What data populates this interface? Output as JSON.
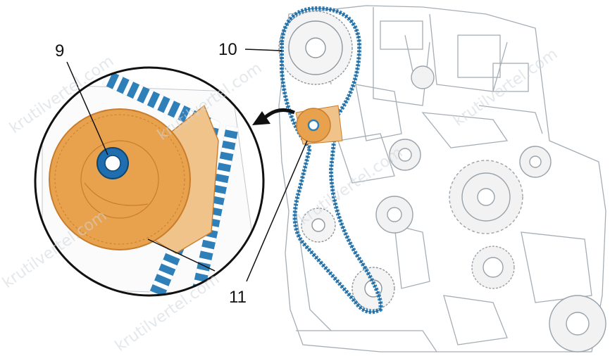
{
  "callouts": {
    "label_9": "9",
    "label_10": "10",
    "label_11": "11"
  },
  "watermark": {
    "text_a": "krutilvertel.com",
    "text_b": "krutilvertel.com",
    "text_c": "krutilvertel.com",
    "text_d": "krutilvertel.com",
    "text_e": "krutilvertel.com",
    "text_f": "krutilvertel.com"
  },
  "colors": {
    "belt": "#2f7fb8",
    "pulley": "#e8a24e",
    "pulley_dark": "#c97d2c",
    "engine_line": "#9aa3ab",
    "arrow": "#111111"
  },
  "icons": {
    "rotation_arrow": "curved-arrow-counterclockwise"
  }
}
